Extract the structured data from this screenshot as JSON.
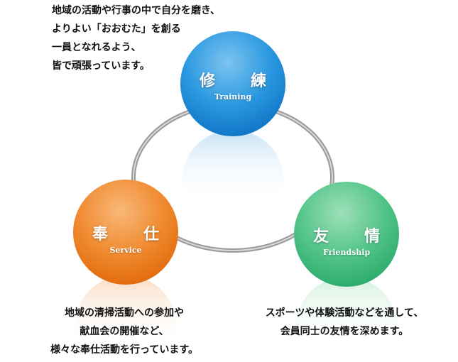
{
  "intro": [
    "地域の活動や行事の中で自分を磨き、",
    "よりよい「おおむた」を創る",
    "一員となれるよう、",
    "皆で頑張っています。"
  ],
  "circles": [
    {
      "title": "修　練",
      "subtitle": "Training",
      "color": "#1a8fd8"
    },
    {
      "title": "奉　仕",
      "subtitle": "Service",
      "color": "#ee7a1a"
    },
    {
      "title": "友　情",
      "subtitle": "Friendship",
      "color": "#3db878"
    }
  ],
  "service_text": [
    "地域の清掃活動への参加や",
    "献血会の開催など、",
    "様々な奉仕活動を行っています。"
  ],
  "friendship_text": [
    "スポーツや体験活動などを通して、",
    "会員同士の友情を深めます。"
  ]
}
